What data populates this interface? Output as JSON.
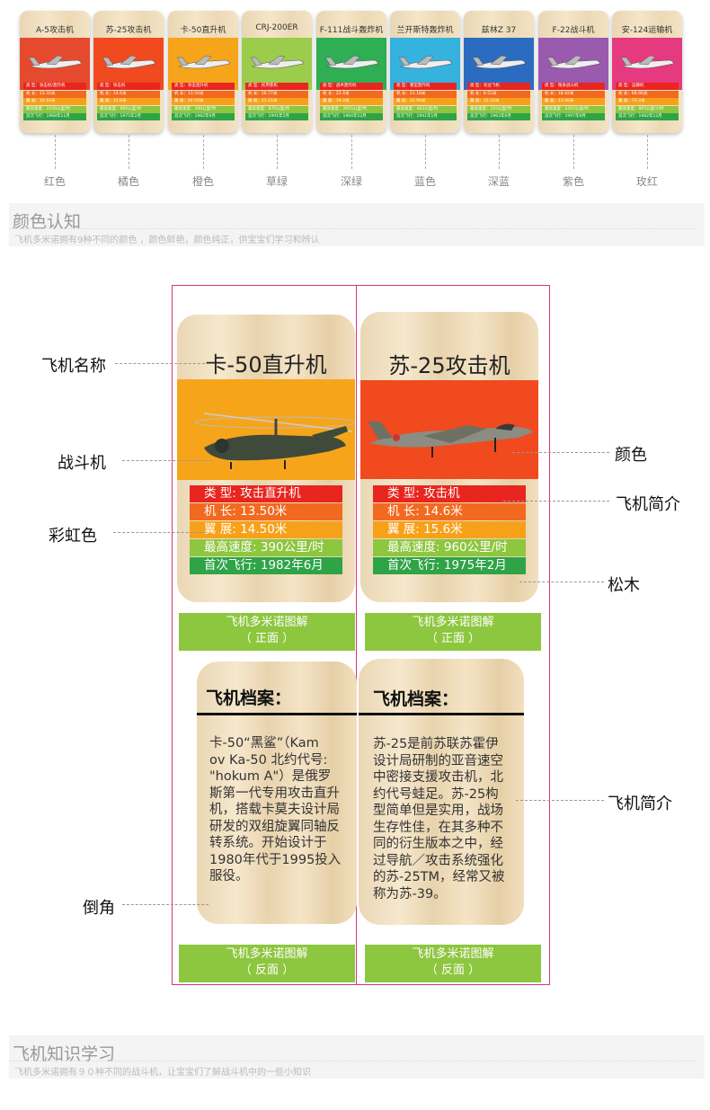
{
  "strip": [
    {
      "name": "A-5攻击机",
      "color_label": "红色",
      "band": "#e8251f",
      "sky": "#e64a2e",
      "rows": [
        "类  型：攻击机/轰炸机",
        "机  长：23.32米",
        "翼  展：10.16米",
        "最高速度：2100公里/时",
        "首次飞行：1968年11月"
      ]
    },
    {
      "name": "苏-25攻击机",
      "color_label": "橘色",
      "band": "#f26a1f",
      "sky": "#f04a1e",
      "rows": [
        "类  型：攻击机",
        "机  长：14.6米",
        "翼  展：15.6米",
        "最高速度：960公里/时",
        "首次飞行：1975年2月"
      ]
    },
    {
      "name": "卡-50直升机",
      "color_label": "橙色",
      "band": "#f7a11a",
      "sky": "#f6a51a",
      "rows": [
        "类  型：攻击直升机",
        "机  长：13.50米",
        "翼  展：14.50米",
        "最高速度：390公里/时",
        "首次飞行：1982年6月"
      ]
    },
    {
      "name": "CRJ-200ER",
      "color_label": "草绿",
      "band": "#8dc63f",
      "sky": "#9ccc4b",
      "rows": [
        "类  型：民用客机",
        "机  长：26.77米",
        "翼  展：21.21米",
        "最高速度：870公里/时",
        "首次飞行：1991年5月"
      ]
    },
    {
      "name": "F-111战斗轰炸机",
      "color_label": "深绿",
      "band": "#2ea447",
      "sky": "#2fae53",
      "rows": [
        "类  型：战术轰炸机",
        "机  长：22.4米",
        "翼  展：19.2米",
        "最高速度：2655公里/时",
        "首次飞行：1964年12月"
      ]
    },
    {
      "name": "兰开斯特轰炸机",
      "color_label": "蓝色",
      "band": "#2aa4d6",
      "sky": "#35b2de",
      "rows": [
        "类  型：重型轰炸机",
        "机  长：21.18米",
        "翼  展：31.09米",
        "最高速度：462公里/时",
        "首次飞行：1941年1月"
      ]
    },
    {
      "name": "兹林Z 37",
      "color_label": "深蓝",
      "band": "#1e63b5",
      "sky": "#2b6cc1",
      "rows": [
        "类  型：农业飞机",
        "机  长：8.55米",
        "翼  展：12.22米",
        "最高速度：210公里/时",
        "首次飞行：1963年6月"
      ]
    },
    {
      "name": "F-22战斗机",
      "color_label": "紫色",
      "band": "#8e4fa3",
      "sky": "#9a5aae",
      "rows": [
        "类  型：隐身战斗机",
        "机  长：18.92米",
        "翼  展：13.56米",
        "最高速度：2410公里/时",
        "首次飞行：1997年9月"
      ]
    },
    {
      "name": "安-124运输机",
      "color_label": "玫红",
      "band": "#e4307a",
      "sky": "#e63a80",
      "rows": [
        "类  型：运输机",
        "机  长：68.96米",
        "翼  展：73.3米",
        "最高速度：865公里/小时",
        "首次飞行：1982年12月"
      ]
    }
  ],
  "section1": {
    "title": "颜色认知",
    "subtitle": "飞机多米诺拥有9种不同的颜色 ，颜色鲜艳，颜色纯正，供宝宝们学习和辨认"
  },
  "section2": {
    "title": "飞机知识学习",
    "subtitle": "飞机多米诺拥有９０种不同的战斗机，让宝宝们了解战斗机中的一些小知识"
  },
  "cards": [
    {
      "title": "卡-50直升机",
      "band": "#f6a51a",
      "rows": [
        {
          "k": "类    型:",
          "v": "攻击直升机"
        },
        {
          "k": "机    长:",
          "v": "13.50米"
        },
        {
          "k": "翼    展:",
          "v": "14.50米"
        },
        {
          "k": "最高速度:",
          "v": "390公里/时"
        },
        {
          "k": "首次飞行:",
          "v": "1982年6月"
        }
      ],
      "front_label": "飞机多米诺图解",
      "front_sub": "（ 正面 ）",
      "file_title": "飞机档案：",
      "file_text": "卡-50“黑鲨”（Kam\nov Ka-50 北约代号:\n\"hokum A\"）是俄罗\n斯第一代专用攻击直升\n机，搭载卡莫夫设计局\n研发的双组旋翼同轴反\n转系统。开始设计于\n1980年代于1995投入\n服役。",
      "back_label": "飞机多米诺图解",
      "back_sub": "（ 反面 ）"
    },
    {
      "title": "苏-25攻击机",
      "band": "#f04a1e",
      "rows": [
        {
          "k": "类    型:",
          "v": "攻击机"
        },
        {
          "k": "机    长:",
          "v": "14.6米"
        },
        {
          "k": "翼    展:",
          "v": "15.6米"
        },
        {
          "k": "最高速度:",
          "v": "960公里/时"
        },
        {
          "k": "首次飞行:",
          "v": "1975年2月"
        }
      ],
      "front_label": "飞机多米诺图解",
      "front_sub": "（ 正面 ）",
      "file_title": "飞机档案：",
      "file_text": "苏-25是前苏联苏霍伊\n设计局研制的亚音速空\n中密接支援攻击机，北\n约代号蛙足。苏-25构\n型简单但是实用，战场\n生存性佳，在其多种不\n同的衍生版本之中，经\n过导航／攻击系统强化\n的苏-25TM，经常又被\n称为苏-39。",
      "back_label": "飞机多米诺图解",
      "back_sub": "（ 反面 ）"
    }
  ],
  "callouts": {
    "name": "飞机名称",
    "fighter": "战斗机",
    "rainbow": "彩虹色",
    "color": "颜色",
    "intro1": "飞机简介",
    "wood": "松木",
    "intro2": "飞机简介",
    "bevel": "倒角"
  },
  "row_colors": [
    "#e8251f",
    "#f26a1f",
    "#f7a11a",
    "#8dc63f",
    "#2ea447"
  ]
}
